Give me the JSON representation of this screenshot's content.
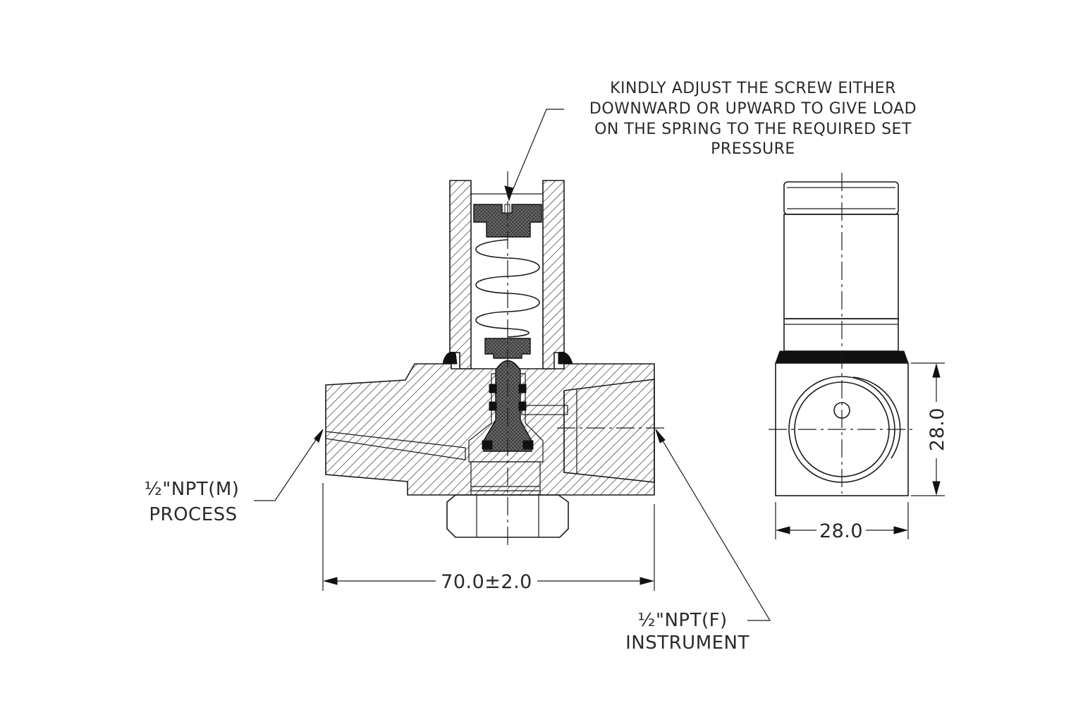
{
  "note": {
    "lines": [
      "KINDLY ADJUST THE SCREW EITHER",
      "DOWNWARD OR UPWARD TO GIVE LOAD",
      "ON THE SPRING TO THE REQUIRED SET",
      "PRESSURE"
    ]
  },
  "process_port": {
    "thread": "½\"NPT(M)",
    "name": "PROCESS"
  },
  "instrument_port": {
    "thread": "½\"NPT(F)",
    "name": "INSTRUMENT"
  },
  "dimensions": {
    "overall_length": "70.0±2.0",
    "side_height": "28.0",
    "side_width": "28.0"
  }
}
